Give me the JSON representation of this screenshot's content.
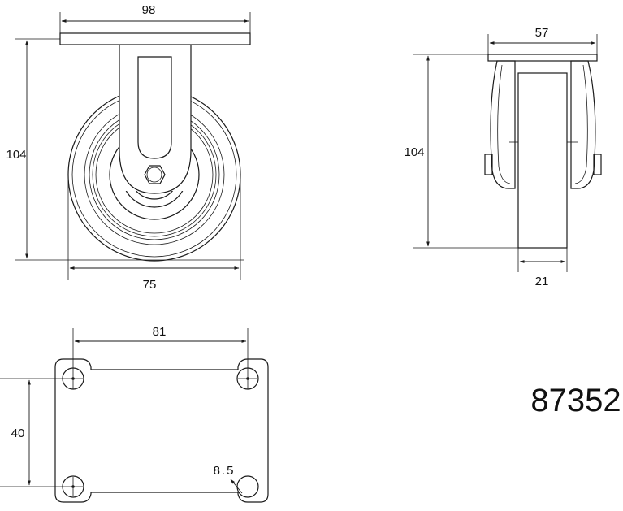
{
  "front_view": {
    "plate_width": "98",
    "height": "104",
    "wheel_diameter": "75"
  },
  "side_view": {
    "plate_width": "57",
    "height": "104",
    "wheel_width": "21"
  },
  "top_plate": {
    "hole_spacing_x": "81",
    "hole_spacing_y": "40",
    "hole_diameter": "8.5"
  },
  "part_number": "87352"
}
